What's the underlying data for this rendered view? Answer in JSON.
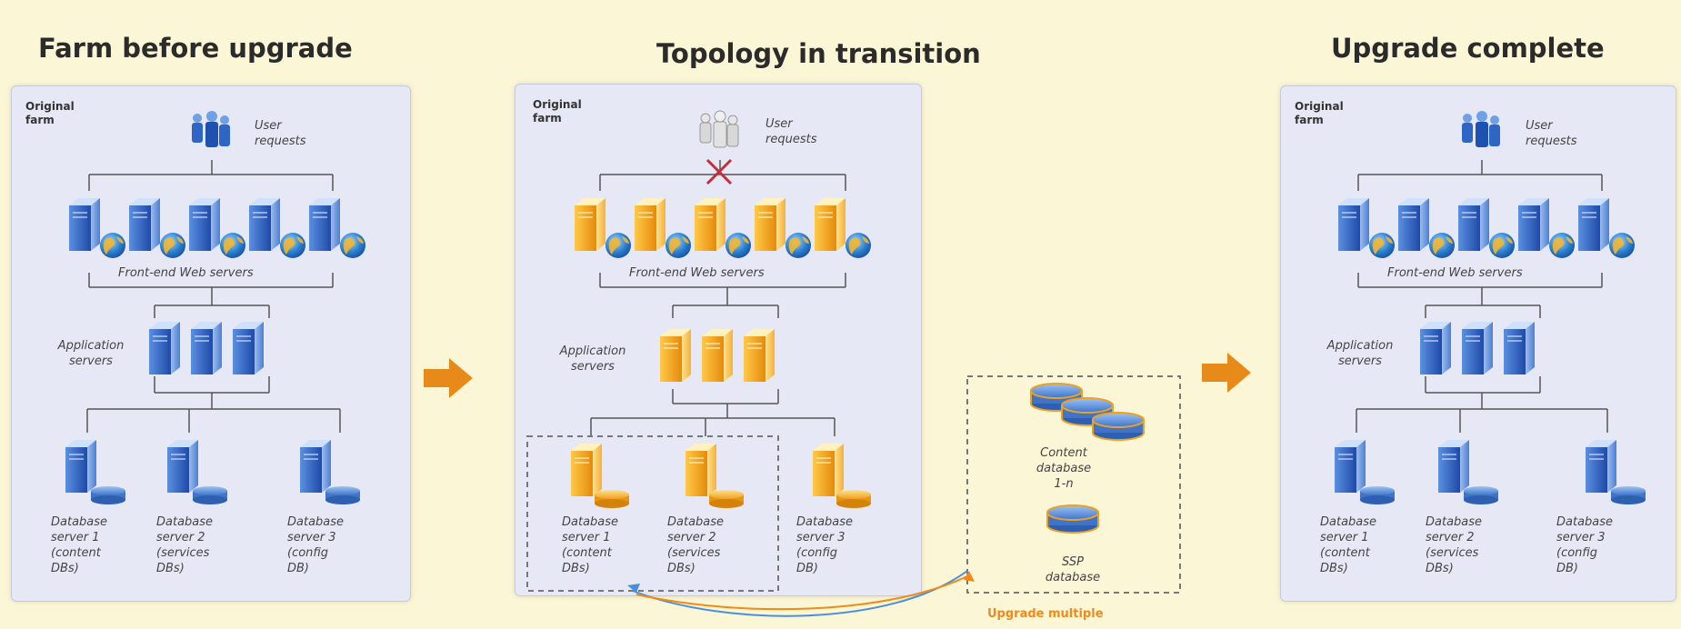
{
  "titles": {
    "before": "Farm before upgrade",
    "transition": "Topology in transition",
    "complete": "Upgrade complete"
  },
  "panel_before": {
    "farm_label_1": "Original",
    "farm_label_2": "farm",
    "user_requests_1": "User",
    "user_requests_2": "requests",
    "front_end": "Front-end Web servers",
    "app_1": "Application",
    "app_2": "servers",
    "db1": [
      "Database",
      "server 1",
      "(content",
      "DBs)"
    ],
    "db2": [
      "Database",
      "server 2",
      "(services",
      "DBs)"
    ],
    "db3": [
      "Database",
      "server 3",
      "(config",
      "DB)"
    ]
  },
  "panel_transition": {
    "farm_label_1": "Original",
    "farm_label_2": "farm",
    "user_requests_1": "User",
    "user_requests_2": "requests",
    "front_end": "Front-end Web servers",
    "app_1": "Application",
    "app_2": "servers",
    "db1": [
      "Database",
      "server 1",
      "(content",
      "DBs)"
    ],
    "db2": [
      "Database",
      "server 2",
      "(services",
      "DBs)"
    ],
    "db3": [
      "Database",
      "server 3",
      "(config",
      "DB)"
    ]
  },
  "side_databases": {
    "content_db": [
      "Content",
      "database",
      "1-n"
    ],
    "ssp_db": [
      "SSP",
      "database"
    ],
    "upgrade_caption": "Upgrade multiple"
  },
  "panel_complete": {
    "farm_label_1": "Original",
    "farm_label_2": "farm",
    "user_requests_1": "User",
    "user_requests_2": "requests",
    "front_end": "Front-end Web servers",
    "app_1": "Application",
    "app_2": "servers",
    "db1": [
      "Database",
      "server 1",
      "(content",
      "DBs)"
    ],
    "db2": [
      "Database",
      "server 2",
      "(services",
      "DBs)"
    ],
    "db3": [
      "Database",
      "server 3",
      "(config",
      "DB)"
    ]
  },
  "colors": {
    "background": "#fbf6d6",
    "panel": "#e6e8f5",
    "server_blue": "#2f5fbf",
    "server_orange": "#f5a623",
    "arrow_orange": "#e88a1a",
    "line": "#555555"
  },
  "icons": [
    "user-requests-icon",
    "web-server-icon",
    "globe-icon",
    "app-server-icon",
    "database-server-icon",
    "database-disk-icon",
    "block-x-icon",
    "transition-arrow-icon"
  ]
}
